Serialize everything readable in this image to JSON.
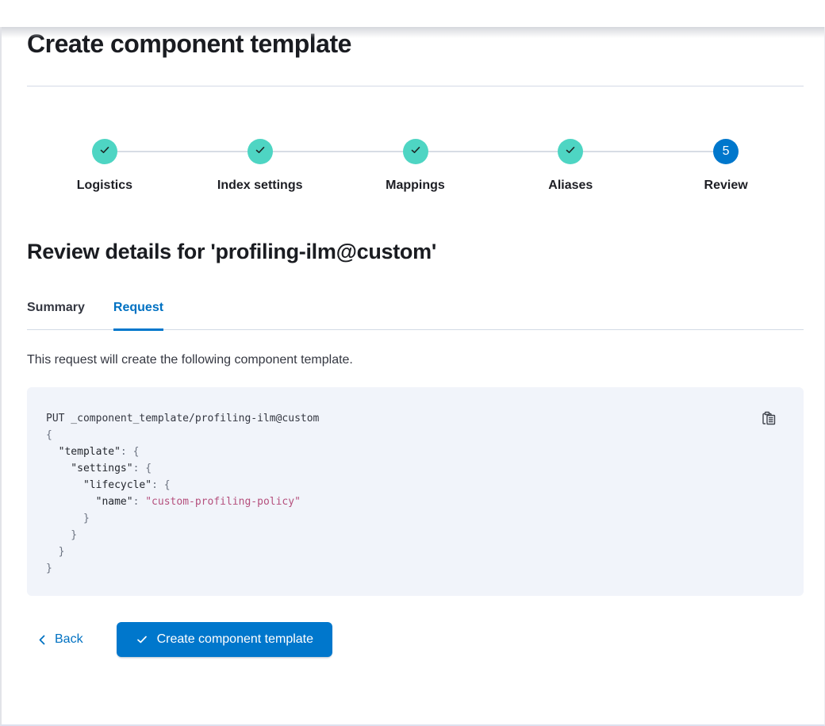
{
  "page": {
    "title": "Create component template"
  },
  "stepper": {
    "steps": [
      {
        "label": "Logistics",
        "status": "complete",
        "icon": "check-icon"
      },
      {
        "label": "Index settings",
        "status": "complete",
        "icon": "check-icon"
      },
      {
        "label": "Mappings",
        "status": "complete",
        "icon": "check-icon"
      },
      {
        "label": "Aliases",
        "status": "complete",
        "icon": "check-icon"
      },
      {
        "label": "Review",
        "status": "current",
        "number": "5"
      }
    ]
  },
  "review": {
    "heading": "Review details for 'profiling-ilm@custom'",
    "tabs": [
      {
        "label": "Summary",
        "active": false
      },
      {
        "label": "Request",
        "active": true
      }
    ],
    "description": "This request will create the following component template."
  },
  "code_block": {
    "copy_icon": "copy-clipboard-icon",
    "lines": [
      {
        "segments": [
          {
            "c": "plain",
            "t": "PUT _component_template/profiling-ilm@custom"
          }
        ]
      },
      {
        "segments": [
          {
            "c": "punct",
            "t": "{"
          }
        ]
      },
      {
        "segments": [
          {
            "c": "key",
            "t": "  \"template\""
          },
          {
            "c": "punct",
            "t": ": {"
          }
        ]
      },
      {
        "segments": [
          {
            "c": "key",
            "t": "    \"settings\""
          },
          {
            "c": "punct",
            "t": ": {"
          }
        ]
      },
      {
        "segments": [
          {
            "c": "key",
            "t": "      \"lifecycle\""
          },
          {
            "c": "punct",
            "t": ": {"
          }
        ]
      },
      {
        "segments": [
          {
            "c": "key",
            "t": "        \"name\""
          },
          {
            "c": "punct",
            "t": ": "
          },
          {
            "c": "string",
            "t": "\"custom-profiling-policy\""
          }
        ]
      },
      {
        "segments": [
          {
            "c": "punct",
            "t": "      }"
          }
        ]
      },
      {
        "segments": [
          {
            "c": "punct",
            "t": "    }"
          }
        ]
      },
      {
        "segments": [
          {
            "c": "punct",
            "t": "  }"
          }
        ]
      },
      {
        "segments": [
          {
            "c": "punct",
            "t": "}"
          }
        ]
      }
    ]
  },
  "footer": {
    "back_label": "Back",
    "submit_label": "Create component template"
  },
  "colors": {
    "step_complete": "#4ed5c3",
    "step_current": "#0077cc",
    "primary_button": "#0077cc",
    "link_blue": "#0071c2",
    "code_background": "#f1f4fa",
    "code_string": "#b5507d",
    "divider": "#d3dae6"
  }
}
